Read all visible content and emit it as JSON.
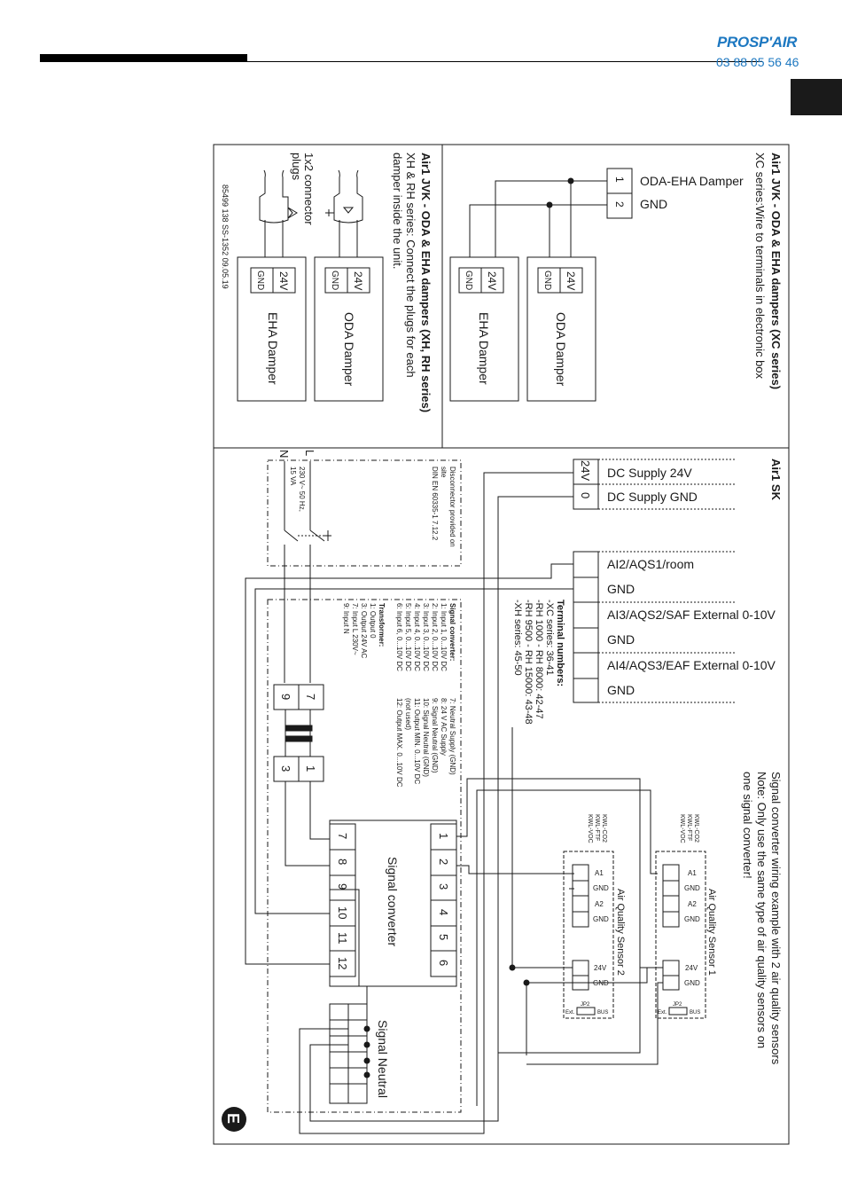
{
  "header": {
    "brand": "PROSP'AIR",
    "phone": "03 88 05 56 46"
  },
  "panel_xc": {
    "title": "Air1 JVK - ODA & EHA dampers (XC series)",
    "subtitle": "XC series:Wire to terminals in electronic box",
    "terminal_1_num": "1",
    "terminal_1_label": "ODA-EHA Damper",
    "terminal_2_num": "2",
    "terminal_2_label": "GND",
    "damper_oda": {
      "pin_24v": "24V",
      "pin_gnd": "GND",
      "label": "ODA Damper"
    },
    "damper_eha": {
      "pin_24v": "24V",
      "pin_gnd": "GND",
      "label": "EHA Damper"
    }
  },
  "panel_xh": {
    "title": "Air1 JVK - ODA & EHA dampers (XH, RH series)",
    "subtitle_line1": "XH & RH series: Connect the plugs for each",
    "subtitle_line2": "damper inside the unit.",
    "connector_line1": "1x2 connector",
    "connector_line2": "plugs",
    "damper_oda": {
      "pin_24v": "24V",
      "pin_gnd": "GND",
      "label": "ODA Damper"
    },
    "damper_eha": {
      "pin_24v": "24V",
      "pin_gnd": "GND",
      "label": "EHA Damper"
    },
    "doc_ref": "85499 138   SS-1352   09.05.19"
  },
  "panel_sk": {
    "title": "Air1 SK",
    "supply": [
      {
        "terminal": "24V",
        "label": "DC Supply 24V"
      },
      {
        "terminal": "0",
        "label": "DC Supply GND"
      }
    ],
    "inputs": [
      {
        "label": "AI2/AQS1/room"
      },
      {
        "label": "GND"
      },
      {
        "label": "AI3/AQS2/SAF External 0-10V"
      },
      {
        "label": "GND"
      },
      {
        "label": "AI4/AQS3/EAF External 0-10V"
      },
      {
        "label": "GND"
      }
    ],
    "terminal_numbers": {
      "heading": "Terminal numbers:",
      "lines": [
        "-XC series: 36-41",
        "-RH 1000 - RH 8000: 42-47",
        "-RH 9500 - RH 15000: 43-48",
        "-XH series: 45-50"
      ]
    },
    "note_line1": "Signal converter wiring example with 2 air quality sensors",
    "note_line2": "Note: Only use the same type of air quality sensors on",
    "note_line3": "one signal converter!",
    "disconnector": {
      "line1": "Disconnector provided on",
      "line2": "site",
      "line3": "DIN EN 60335-1 7.12.2",
      "L": "L",
      "N": "N",
      "supply_line1": "230 V~ 50 Hz,",
      "supply_line2": "15 VA"
    },
    "signal_converter_legend": {
      "heading": "Signal converter:",
      "left": [
        "1: Input 1, 0...10V DC",
        "2: Input 2, 0...10V DC",
        "3: Input 3, 0...10V DC",
        "4: Input 4, 0...10V DC",
        "5: Input 5, 0...10V DC",
        "6: Input 6, 0...10V DC"
      ],
      "right": [
        "7: Neutral Supply (GND)",
        "8: 24 V AC Supply",
        "9: Signal Neutral (GND)",
        "10: Signal Neutral (GND)",
        "11: Output MIN. 0...10V DC",
        "(not used)",
        "12: Output MAX. 0...10V DC"
      ]
    },
    "transformer_legend": {
      "heading": "Transformer:",
      "lines": [
        "1: Output 0",
        "3: Output 24V AC",
        "7: Input L 230V~",
        "9: Input N"
      ]
    },
    "transformer_terminals": [
      "7",
      "9",
      "1",
      "3"
    ],
    "signal_converter": {
      "label": "Signal converter",
      "top_terminals": [
        "1",
        "2",
        "3",
        "4",
        "5",
        "6"
      ],
      "bottom_terminals": [
        "7",
        "8",
        "9",
        "10",
        "11",
        "12"
      ]
    },
    "signal_neutral_label": "Signal Neutral",
    "sensors": [
      {
        "label": "Air Quality Sensor 1",
        "types": [
          "KWL-CO2",
          "KWL-FTF",
          "KWL-VOC"
        ],
        "pins": [
          "A1",
          "GND",
          "A2",
          "GND"
        ],
        "supply": [
          "24V",
          "GND"
        ],
        "jp": "JP2",
        "ext": "Ext.",
        "bus": "BUS"
      },
      {
        "label": "Air Quality Sensor 2",
        "types": [
          "KWL-CO2",
          "KWL-FTF",
          "KWL-VOC"
        ],
        "pins": [
          "A1",
          "GND",
          "A2",
          "GND"
        ],
        "supply": [
          "24V",
          "GND"
        ],
        "jp": "JP2",
        "ext": "Ext.",
        "bus": "BUS"
      }
    ],
    "section_badge": "E"
  }
}
